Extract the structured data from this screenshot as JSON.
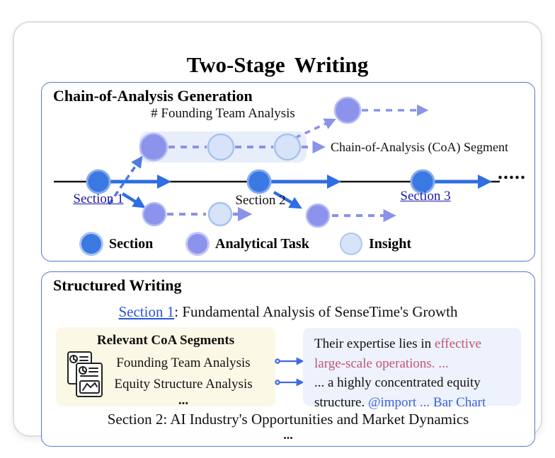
{
  "title": "Two-Stage Writing",
  "colors": {
    "panel_border": "#5577cc",
    "section_node": "#3a78e2",
    "analytical_task_node": "#8b93ec",
    "insight_node": "#d7e3f8",
    "solid_arrow": "#2e6de2",
    "dashed_arrow": "#8a93e8",
    "link_navy": "#1b18a8",
    "link_blue": "#2857d8",
    "highlight_row_bg": "#e8edfa",
    "coa_box_bg": "#fbf9e6",
    "output_box_bg": "#edf2fc",
    "pink_text": "#c25477",
    "code_text": "#3e64d8"
  },
  "panel1": {
    "header": "Chain-of-Analysis Generation",
    "task_label": "# Founding Team Analysis",
    "segment_label": "Chain-of-Analysis (CoA) Segment",
    "sections": [
      {
        "label": "Section 1"
      },
      {
        "label": "Section 2"
      },
      {
        "label": "Section 3"
      }
    ],
    "timeline_ellipsis": ".....",
    "legend": [
      {
        "label": "Section"
      },
      {
        "label": "Analytical Task"
      },
      {
        "label": "Insight"
      }
    ]
  },
  "panel2": {
    "header": "Structured Writing",
    "section1_link": "Section 1",
    "section1_rest": ": Fundamental Analysis of SenseTime's Growth",
    "coa_box": {
      "title": "Relevant CoA Segments",
      "items": [
        "Founding Team Analysis",
        "Equity Structure Analysis"
      ],
      "ellipsis": "..."
    },
    "output_box": {
      "t1_black": "Their expertise lies in ",
      "t2_pink": "effective large-scale operations. ...",
      "t3_black": "... a highly concentrated equity structure. ",
      "t4_blue": "@import ... Bar Chart"
    },
    "section2_line": "Section 2: AI Industry's Opportunities and Market Dynamics",
    "ellipsis": "..."
  }
}
